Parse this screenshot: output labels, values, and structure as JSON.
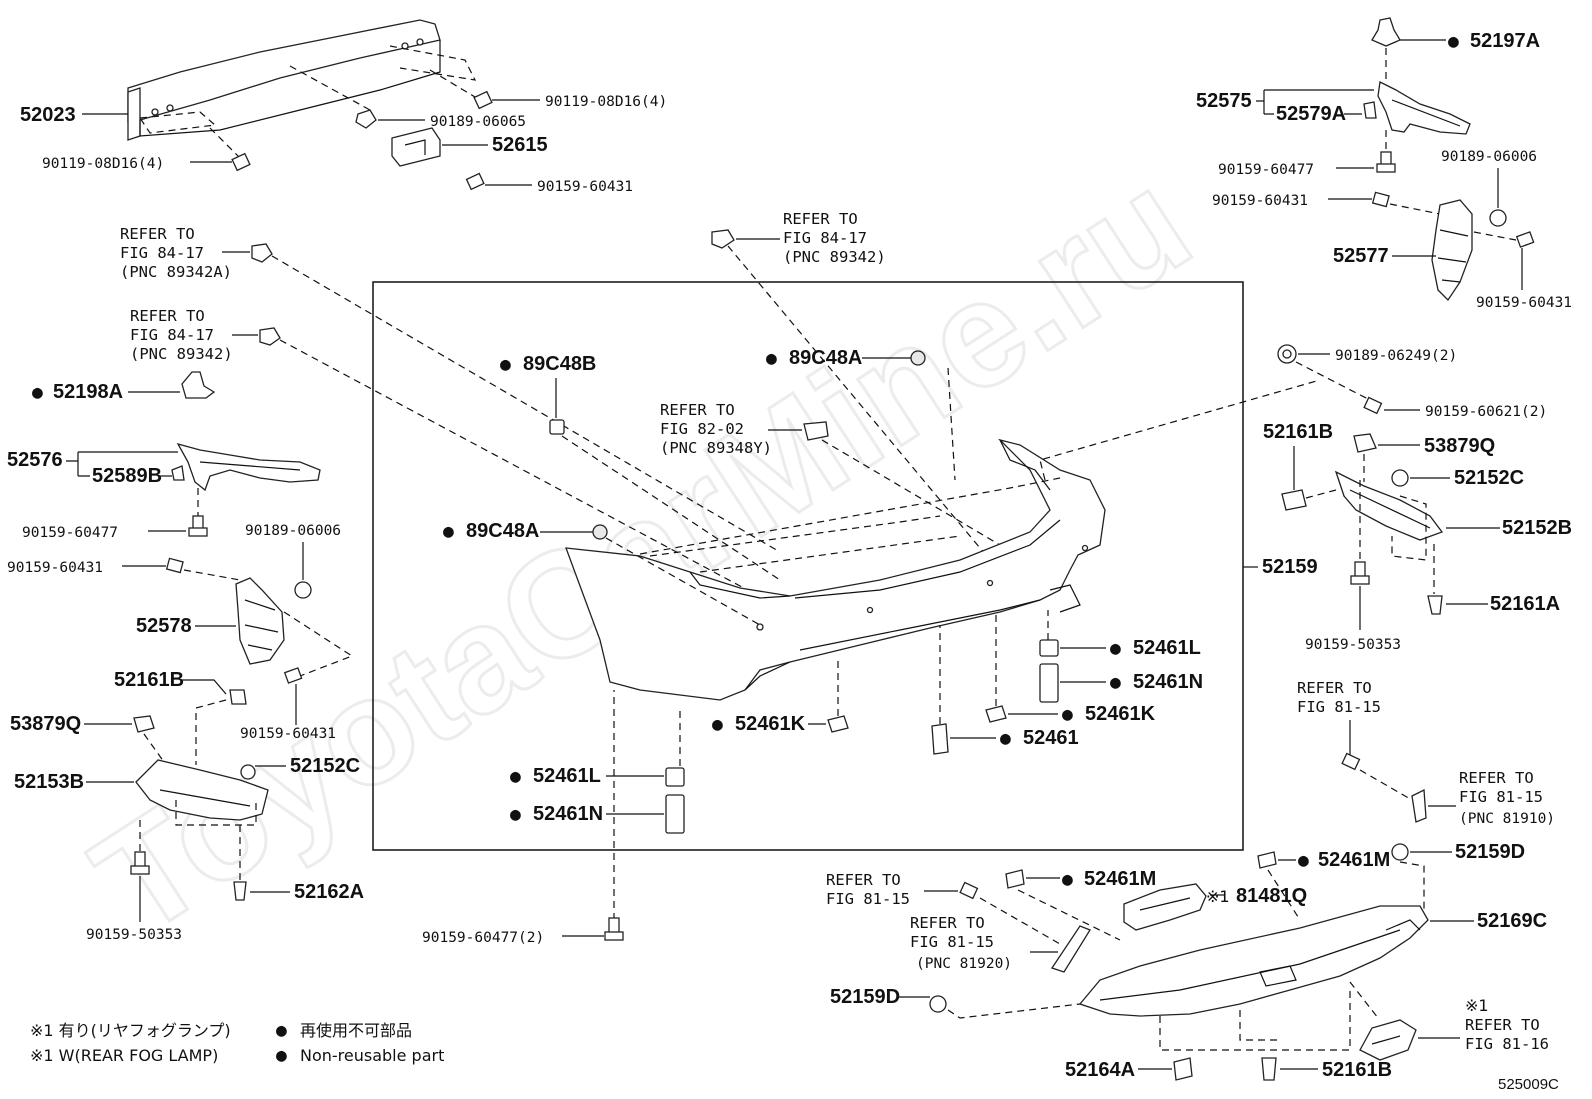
{
  "watermark": "ToyotaCarMine.ru",
  "diagram_code": "525009C",
  "legend": {
    "note1_jp": "※1 有り(リヤフォグランプ)",
    "note1_en": "※1 W(REAR FOG LAMP)",
    "nonreusable_jp": "再使用不可部品",
    "nonreusable_en": "Non-reusable part"
  },
  "labels": {
    "p52023": "52023",
    "p90119a": "90119-08D16(4)",
    "p90119b": "90119-08D16(4)",
    "p90189_06065": "90189-06065",
    "p52615": "52615",
    "p90159_60431_top": "90159-60431",
    "ref_a1": "REFER TO",
    "ref_a2": "FIG 84-17",
    "ref_a3": "(PNC 89342A)",
    "ref_b1": "REFER TO",
    "ref_b2": "FIG 84-17",
    "ref_b3": "(PNC 89342)",
    "ref_c1": "REFER TO",
    "ref_c2": "FIG 84-17",
    "ref_c3": "(PNC 89342)",
    "ref_d1": "REFER TO",
    "ref_d2": "FIG 82-02",
    "ref_d3": "(PNC 89348Y)",
    "p52198A": "52198A",
    "p52576": "52576",
    "p52589B": "52589B",
    "p90159_60477_l": "90159-60477",
    "p90189_06006_l": "90189-06006",
    "p90159_60431_l": "90159-60431",
    "p52578": "52578",
    "p52161B_l": "52161B",
    "p90159_60431_l2": "90159-60431",
    "p53879Q_l": "53879Q",
    "p52152C_l": "52152C",
    "p52153B": "52153B",
    "p52162A": "52162A",
    "p90159_50353_l": "90159-50353",
    "p90159_60477_2": "90159-60477(2)",
    "p89C48B": "89C48B",
    "p89C48A_top": "89C48A",
    "p89C48A_left": "89C48A",
    "p52461K_a": "52461K",
    "p52461L_a": "52461L",
    "p52461N_a": "52461N",
    "p52461L_b": "52461L",
    "p52461N_b": "52461N",
    "p52461K_b": "52461K",
    "p52461": "52461",
    "p52159": "52159",
    "p52197A": "52197A",
    "p52575": "52575",
    "p52579A": "52579A",
    "p90159_60477_r": "90159-60477",
    "p90189_06006_r": "90189-06006",
    "p90159_60431_r": "90159-60431",
    "p52577": "52577",
    "p90159_60431_r2": "90159-60431",
    "p90189_06249": "90189-06249(2)",
    "p90159_60621": "90159-60621(2)",
    "p52161B_r": "52161B",
    "p53879Q_r": "53879Q",
    "p52152C_r": "52152C",
    "p52152B": "52152B",
    "p52161A": "52161A",
    "p90159_50353_r": "90159-50353",
    "ref_e1": "REFER TO",
    "ref_e2": "FIG 81-15",
    "ref_f1": "REFER TO",
    "ref_f2": "FIG 81-15",
    "ref_f3": "(PNC 81910)",
    "p52461M_r": "52461M",
    "p52159D_r": "52159D",
    "p52461M_m": "52461M",
    "p81481Q_prefix": "※1",
    "p81481Q": "81481Q",
    "ref_g1": "REFER TO",
    "ref_g2": "FIG 81-15",
    "ref_h1": "REFER TO",
    "ref_h2": "FIG 81-15",
    "ref_h3": "(PNC 81920)",
    "p52169C": "52169C",
    "p52159D_m": "52159D",
    "ref_i0": "※1",
    "ref_i1": "REFER TO",
    "ref_i2": "FIG 81-16",
    "p52164A": "52164A",
    "p52161B_b": "52161B"
  }
}
